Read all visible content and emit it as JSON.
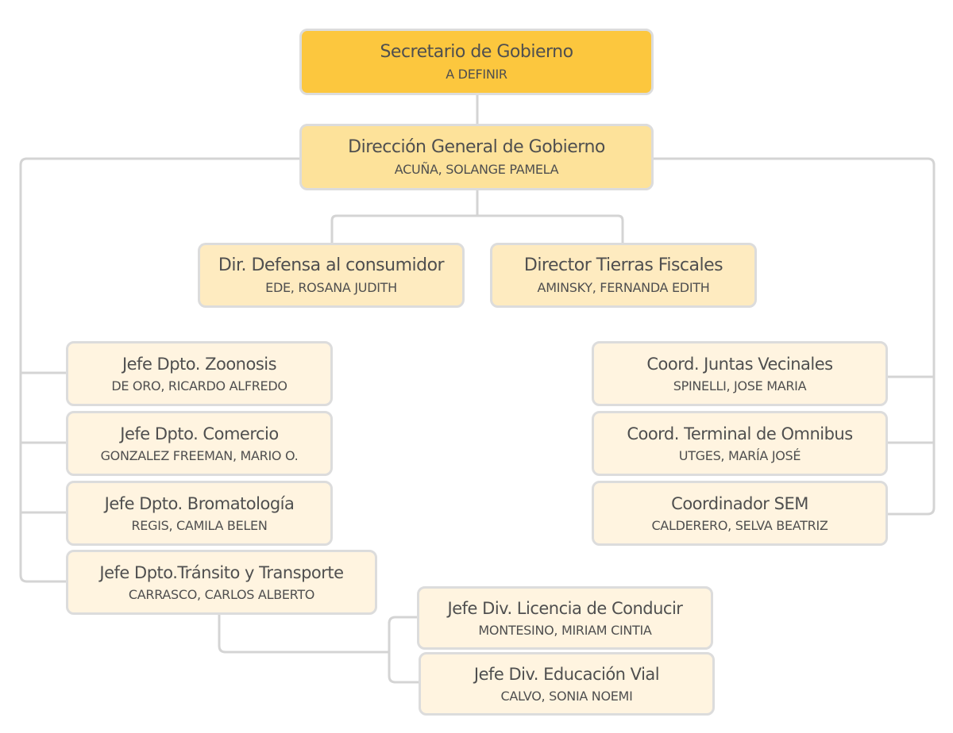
{
  "nodes": {
    "secretario": {
      "title": "Secretario de Gobierno",
      "person": "A DEFINIR"
    },
    "direccion_general": {
      "title": "Dirección General de Gobierno",
      "person": "ACUÑA, SOLANGE PAMELA"
    },
    "defensa_consumidor": {
      "title": "Dir. Defensa al consumidor",
      "person": "EDE, ROSANA JUDITH"
    },
    "tierras_fiscales": {
      "title": "Director Tierras Fiscales",
      "person": "AMINSKY, FERNANDA EDITH"
    },
    "zoonosis": {
      "title": "Jefe Dpto. Zoonosis",
      "person": "DE ORO, RICARDO ALFREDO"
    },
    "comercio": {
      "title": "Jefe Dpto. Comercio",
      "person": "GONZALEZ FREEMAN, MARIO O."
    },
    "bromatologia": {
      "title": "Jefe Dpto. Bromatología",
      "person": "REGIS, CAMILA BELEN"
    },
    "transito": {
      "title": "Jefe Dpto.Tránsito y Transporte",
      "person": "CARRASCO, CARLOS ALBERTO"
    },
    "juntas_vecinales": {
      "title": "Coord. Juntas Vecinales",
      "person": "SPINELLI, JOSE MARIA"
    },
    "terminal_omnibus": {
      "title": "Coord. Terminal de Omnibus",
      "person": "UTGES, MARÍA JOSÉ"
    },
    "sem": {
      "title": "Coordinador SEM",
      "person": "CALDERERO, SELVA BEATRIZ"
    },
    "licencia_conducir": {
      "title": "Jefe Div. Licencia de Conducir",
      "person": "MONTESINO, MIRIAM CINTIA"
    },
    "educacion_vial": {
      "title": "Jefe Div. Educación Vial",
      "person": "CALVO, SONIA NOEMI"
    }
  },
  "colors": {
    "level_0": "#fcc73e",
    "level_1": "#fde29a",
    "level_2": "#feebc0",
    "level_3": "#fff4e0",
    "border": "#dcdcdc",
    "connector": "#d4d4d4",
    "text": "#4f4f4f"
  }
}
